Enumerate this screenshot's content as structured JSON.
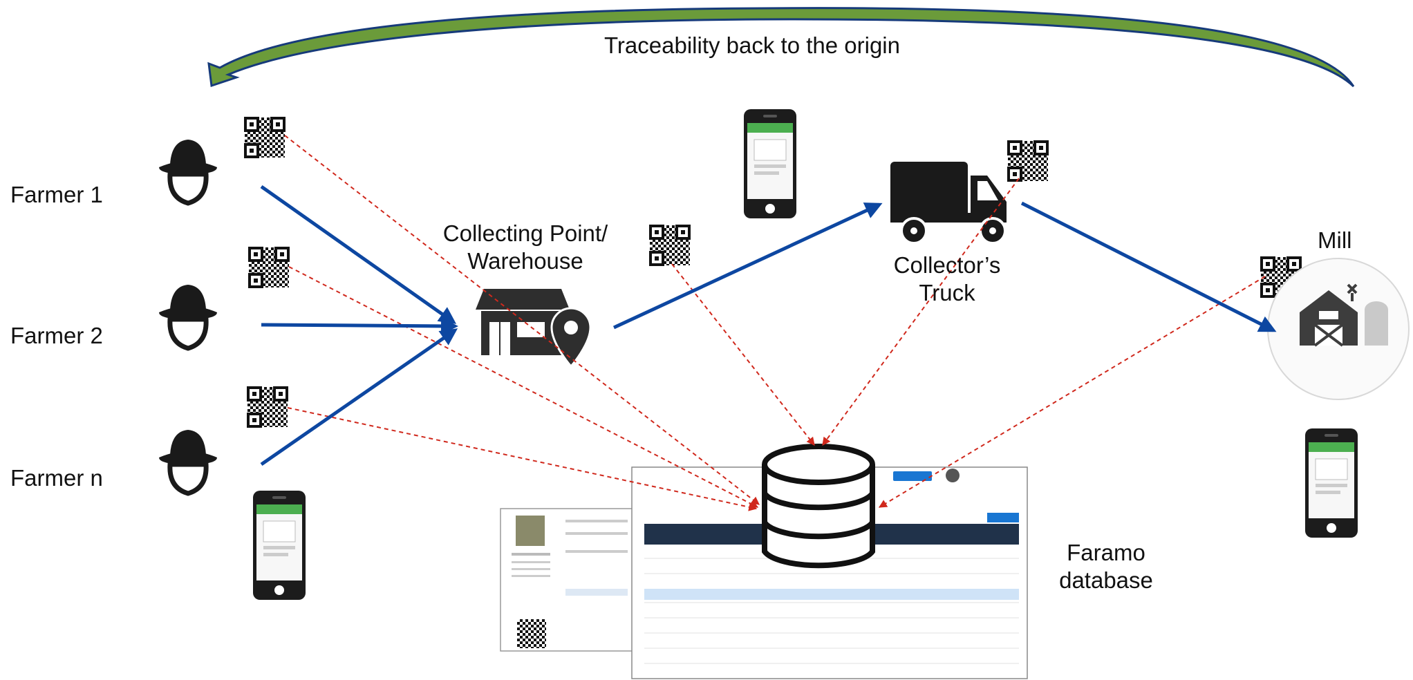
{
  "diagram": {
    "top_label": "Traceability back to the origin",
    "farmers": [
      "Farmer 1",
      "Farmer 2",
      "Farmer n"
    ],
    "collecting_point": {
      "line1": "Collecting Point/",
      "line2": "Warehouse"
    },
    "truck": {
      "line1": "Collector’s",
      "line2": "Truck"
    },
    "mill": "Mill",
    "database": {
      "line1": "Faramo",
      "line2": "database"
    }
  },
  "colors": {
    "flow_arrow": "#0d47a1",
    "trace_dashed": "#d0281c",
    "back_arrow_fill": "#6b9b3a",
    "back_arrow_stroke": "#163a7a",
    "icon_dark": "#1a1a1a",
    "phone_green": "#4caf50"
  },
  "icons": {
    "farmer": "farmer-hat-icon",
    "qr": "qr-code-icon",
    "phone": "smartphone-icon",
    "warehouse": "store-location-icon",
    "truck": "truck-icon",
    "mill": "barn-silo-icon",
    "database": "database-icon"
  }
}
